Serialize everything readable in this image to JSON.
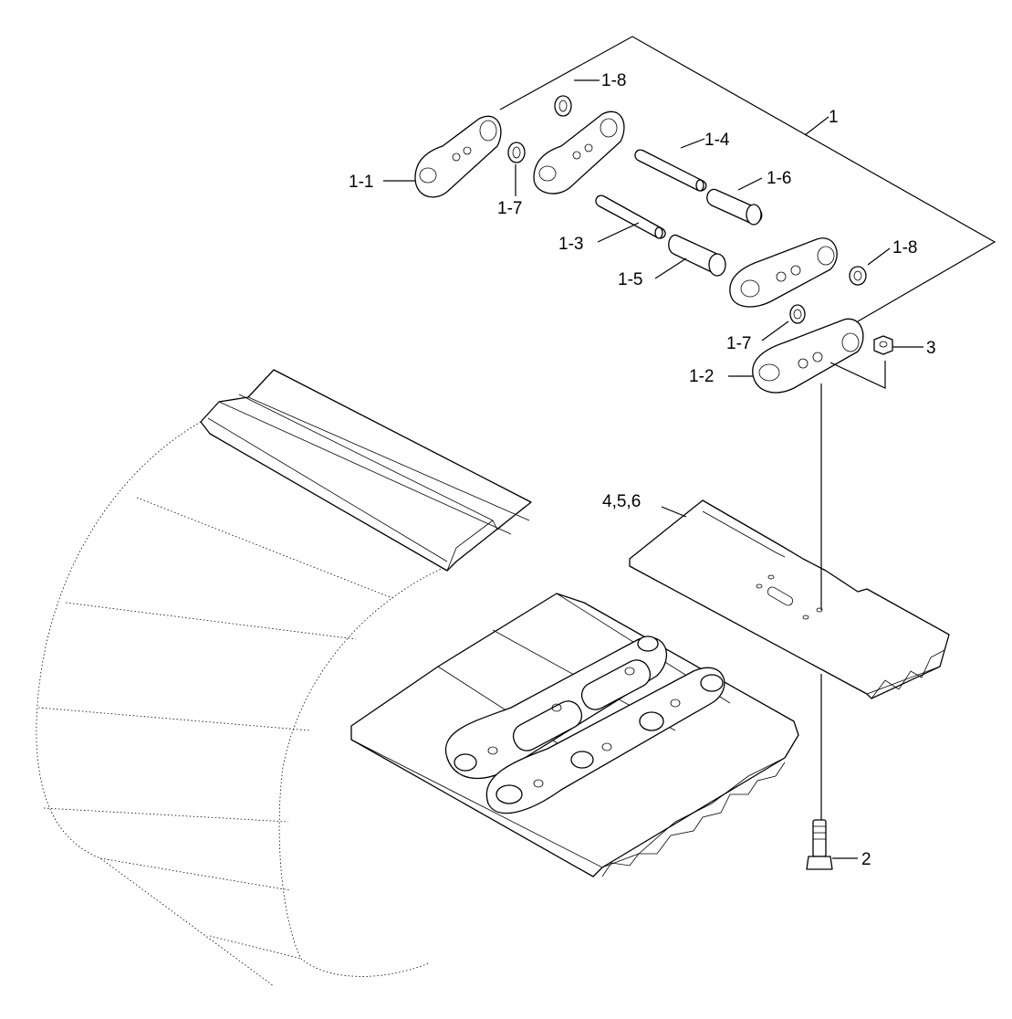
{
  "labels": {
    "assembly": "1",
    "link_left": "1-1",
    "link_right": "1-2",
    "pin_1": "1-3",
    "pin_2": "1-4",
    "bushing_1": "1-5",
    "bushing_2": "1-6",
    "seal_1a": "1-7",
    "seal_1b": "1-7",
    "seal_2a": "1-8",
    "seal_2b": "1-8",
    "bolt": "2",
    "nut": "3",
    "shoe": "4,5,6"
  }
}
